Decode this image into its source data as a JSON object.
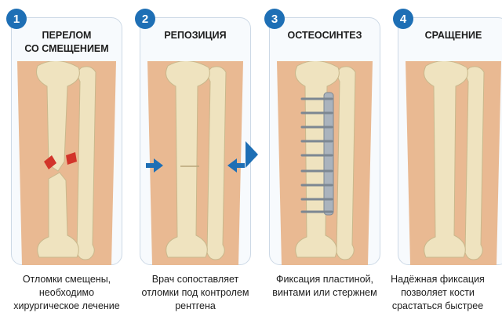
{
  "steps": [
    {
      "number": "1",
      "title_line1": "ПЕРЕЛОМ",
      "title_line2": "СО СМЕЩЕНИЕМ",
      "caption_line1": "Отломки смещены,",
      "caption_line2": "необходимо",
      "caption_line3": "хирургическое лечение"
    },
    {
      "number": "2",
      "title_line1": "РЕПОЗИЦИЯ",
      "title_line2": "",
      "caption_line1": "Врач сопоставляет",
      "caption_line2": "отломки под контролем",
      "caption_line3": "рентгена"
    },
    {
      "number": "3",
      "title_line1": "ОСТЕОСИНТЕЗ",
      "title_line2": "",
      "caption_line1": "Фиксация пластиной,",
      "caption_line2": "винтами или стержнем",
      "caption_line3": ""
    },
    {
      "number": "4",
      "title_line1": "СРАЩЕНИЕ",
      "title_line2": "",
      "caption_line1": "Надёжная фиксация",
      "caption_line2": "позволяет кости",
      "caption_line3": "срастаться быстрее"
    }
  ],
  "colors": {
    "accent": "#1e6fb5",
    "bone": "#efe3bf",
    "skin": "#e9b992",
    "fracture": "#d2342a",
    "plate": "#aab3bd"
  }
}
